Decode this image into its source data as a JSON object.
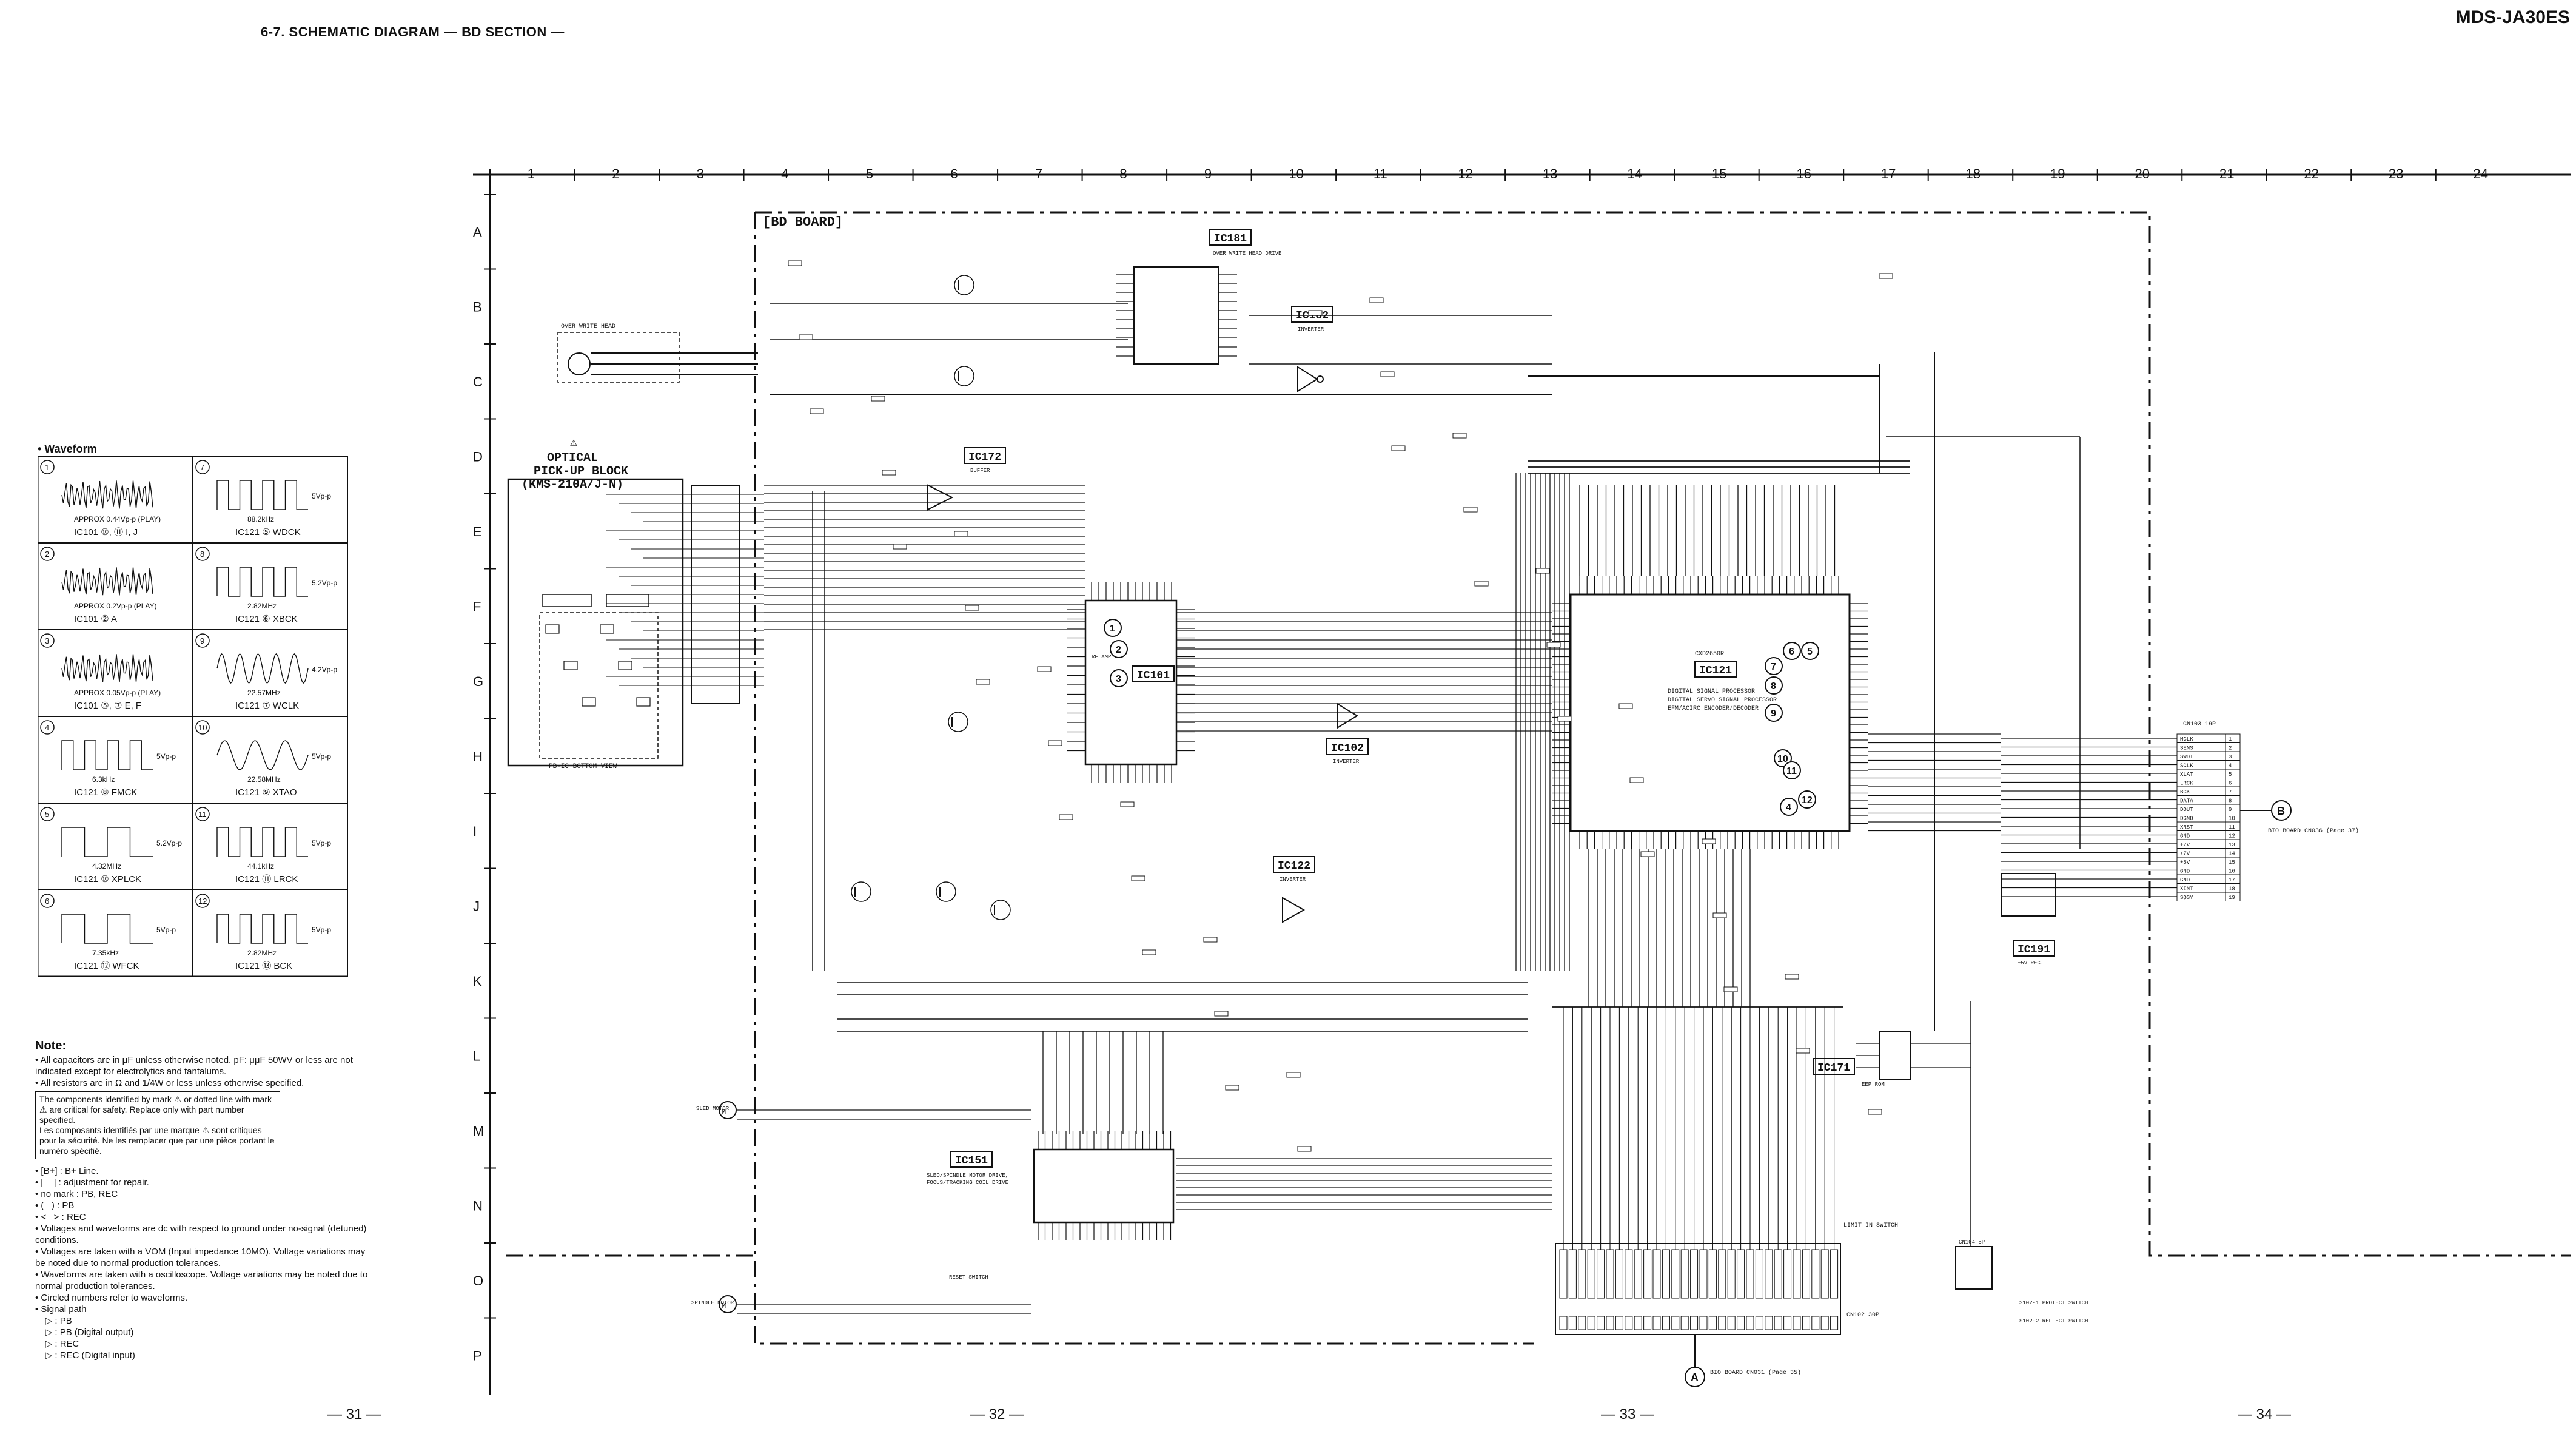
{
  "header": {
    "section_title": "6-7.  SCHEMATIC DIAGRAM — BD SECTION —",
    "model": "MDS-JA30ES"
  },
  "page_numbers": [
    "— 31 —",
    "— 32 —",
    "— 33 —",
    "— 34 —"
  ],
  "grid": {
    "columns": [
      "1",
      "2",
      "3",
      "4",
      "5",
      "6",
      "7",
      "8",
      "9",
      "10",
      "11",
      "12",
      "13",
      "14",
      "15",
      "16",
      "17",
      "18",
      "19",
      "20",
      "21",
      "22",
      "23",
      "24"
    ],
    "rows": [
      "A",
      "B",
      "C",
      "D",
      "E",
      "F",
      "G",
      "H",
      "I",
      "J",
      "K",
      "L",
      "M",
      "N",
      "O",
      "P"
    ]
  },
  "board_label": "[BD BOARD]",
  "blocks": {
    "optical_title": "OPTICAL",
    "optical_sub": "PICK-UP BLOCK",
    "optical_model": "(KMS-210A/J-N)",
    "pb_ic_view": "PB-IC BOTTOM VIEW",
    "ic181": "IC181",
    "ic181_desc": "OVER WRITE HEAD DRIVE",
    "ic182": "IC182",
    "ic182_desc": "INVERTER",
    "ic172": "IC172",
    "ic172_desc": "BUFFER",
    "ic101": "IC101",
    "ic101_desc": "RF AMP",
    "ic102": "IC102",
    "ic102_desc": "INVERTER",
    "ic122": "IC122",
    "ic122_desc": "INVERTER",
    "ic121": "IC121",
    "ic121_part": "CXD2650R",
    "ic121_desc1": "DIGITAL SIGNAL PROCESSOR",
    "ic121_desc2": "DIGITAL SERVO SIGNAL PROCESSOR",
    "ic121_desc3": "EFM/ACIRC ENCODER/DECODER",
    "ic191": "IC191",
    "ic191_desc": "+5V REG.",
    "ic171": "IC171",
    "ic171_desc": "EEP ROM",
    "ic151": "IC151",
    "ic151_desc1": "SLED/SPINDLE MOTOR DRIVE,",
    "ic151_desc2": "FOCUS/TRACKING COIL DRIVE",
    "over_write_head": "OVER WRITE HEAD",
    "sled_motor": "SLED MOTOR",
    "spindle_motor": "SPINDLE MOTOR",
    "limit_switch": "LIMIT IN SWITCH",
    "reset_switch": "RESET SWITCH",
    "protect_switch_1": "S102-1 PROTECT SWITCH",
    "protect_switch_2": "S102-2 REFLECT SWITCH",
    "cn_bd": "CN103 19P",
    "cn_main": "CN102 30P",
    "cn_limit": "CN104 5P",
    "to_b_board": "BIO BOARD CN036 (Page 37)",
    "to_a_board": "BIO BOARD CN031 (Page 35)",
    "connector_a": "A",
    "connector_b": "B"
  },
  "cn103_pins": [
    {
      "n": "1",
      "s": "MCLK"
    },
    {
      "n": "2",
      "s": "SENS"
    },
    {
      "n": "3",
      "s": "SWDT"
    },
    {
      "n": "4",
      "s": "SCLK"
    },
    {
      "n": "5",
      "s": "XLAT"
    },
    {
      "n": "6",
      "s": "LRCK"
    },
    {
      "n": "7",
      "s": "BCK"
    },
    {
      "n": "8",
      "s": "DATA"
    },
    {
      "n": "9",
      "s": "DOUT"
    },
    {
      "n": "10",
      "s": "DGND"
    },
    {
      "n": "11",
      "s": "XRST"
    },
    {
      "n": "12",
      "s": "GND"
    },
    {
      "n": "13",
      "s": "+7V"
    },
    {
      "n": "14",
      "s": "+7V"
    },
    {
      "n": "15",
      "s": "+5V"
    },
    {
      "n": "16",
      "s": "GND"
    },
    {
      "n": "17",
      "s": "GND"
    },
    {
      "n": "18",
      "s": "XINT"
    },
    {
      "n": "19",
      "s": "SQSY"
    }
  ],
  "waveform": {
    "title": "• Waveform",
    "cells": [
      {
        "num": "1",
        "freq": "APPROX 0.44Vp-p (PLAY)",
        "ref": "IC101 ⑩, ⑪ I, J"
      },
      {
        "num": "7",
        "freq": "88.2kHz",
        "amp": "5Vp-p",
        "ref": "IC121 ⑤ WDCK"
      },
      {
        "num": "2",
        "freq": "APPROX 0.2Vp-p (PLAY)",
        "ref": "IC101 ② A"
      },
      {
        "num": "8",
        "freq": "2.82MHz",
        "amp": "5.2Vp-p",
        "ref": "IC121 ⑥ XBCK"
      },
      {
        "num": "3",
        "freq": "APPROX 0.05Vp-p (PLAY)",
        "ref": "IC101 ⑤, ⑦ E, F"
      },
      {
        "num": "9",
        "freq": "22.57MHz",
        "amp": "4.2Vp-p",
        "ref": "IC121 ⑦ WCLK"
      },
      {
        "num": "4",
        "freq": "6.3kHz",
        "amp": "5Vp-p",
        "ref": "IC121 ⑧ FMCK"
      },
      {
        "num": "10",
        "freq": "22.58MHz",
        "amp": "5Vp-p",
        "ref": "IC121 ⑨ XTAO"
      },
      {
        "num": "5",
        "freq": "4.32MHz",
        "amp": "5.2Vp-p",
        "ref": "IC121 ⑩ XPLCK"
      },
      {
        "num": "11",
        "freq": "44.1kHz",
        "amp": "5Vp-p",
        "ref": "IC121 ⑪ LRCK"
      },
      {
        "num": "6",
        "freq": "7.35kHz",
        "amp": "5Vp-p",
        "ref": "IC121 ⑫ WFCK"
      },
      {
        "num": "12",
        "freq": "2.82MHz",
        "amp": "5Vp-p",
        "ref": "IC121 ⑬ BCK"
      }
    ]
  },
  "notes": {
    "title": "Note:",
    "line1": "• All capacitors are in μF unless otherwise noted. pF: μμF 50WV or less are not indicated except for electrolytics and tantalums.",
    "line2": "• All resistors are in Ω and 1/4W or less unless otherwise specified.",
    "box": "The components identified by mark ⚠ or dotted line with mark ⚠ are critical for safety. Replace only with part number specified.\nLes composants identifiés par une marque ⚠ sont critiques pour la sécurité. Ne les remplacer que par une pièce portant le numéro spécifié.",
    "items": [
      "• [B+] : B+ Line.",
      "• [    ] : adjustment for repair.",
      "• no mark : PB, REC",
      "• (   ) : PB",
      "• <   > : REC",
      "• Voltages and waveforms are dc with respect to ground under no-signal (detuned) conditions.",
      "• Voltages are taken with a VOM (Input impedance 10MΩ). Voltage variations may be noted due to normal production tolerances.",
      "• Waveforms are taken with a oscilloscope. Voltage variations may be noted due to normal production tolerances.",
      "• Circled numbers refer to waveforms.",
      "• Signal path",
      "    ▷ : PB",
      "    ▷ : PB (Digital output)",
      "    ▷ : REC",
      "    ▷ : REC (Digital input)"
    ]
  }
}
